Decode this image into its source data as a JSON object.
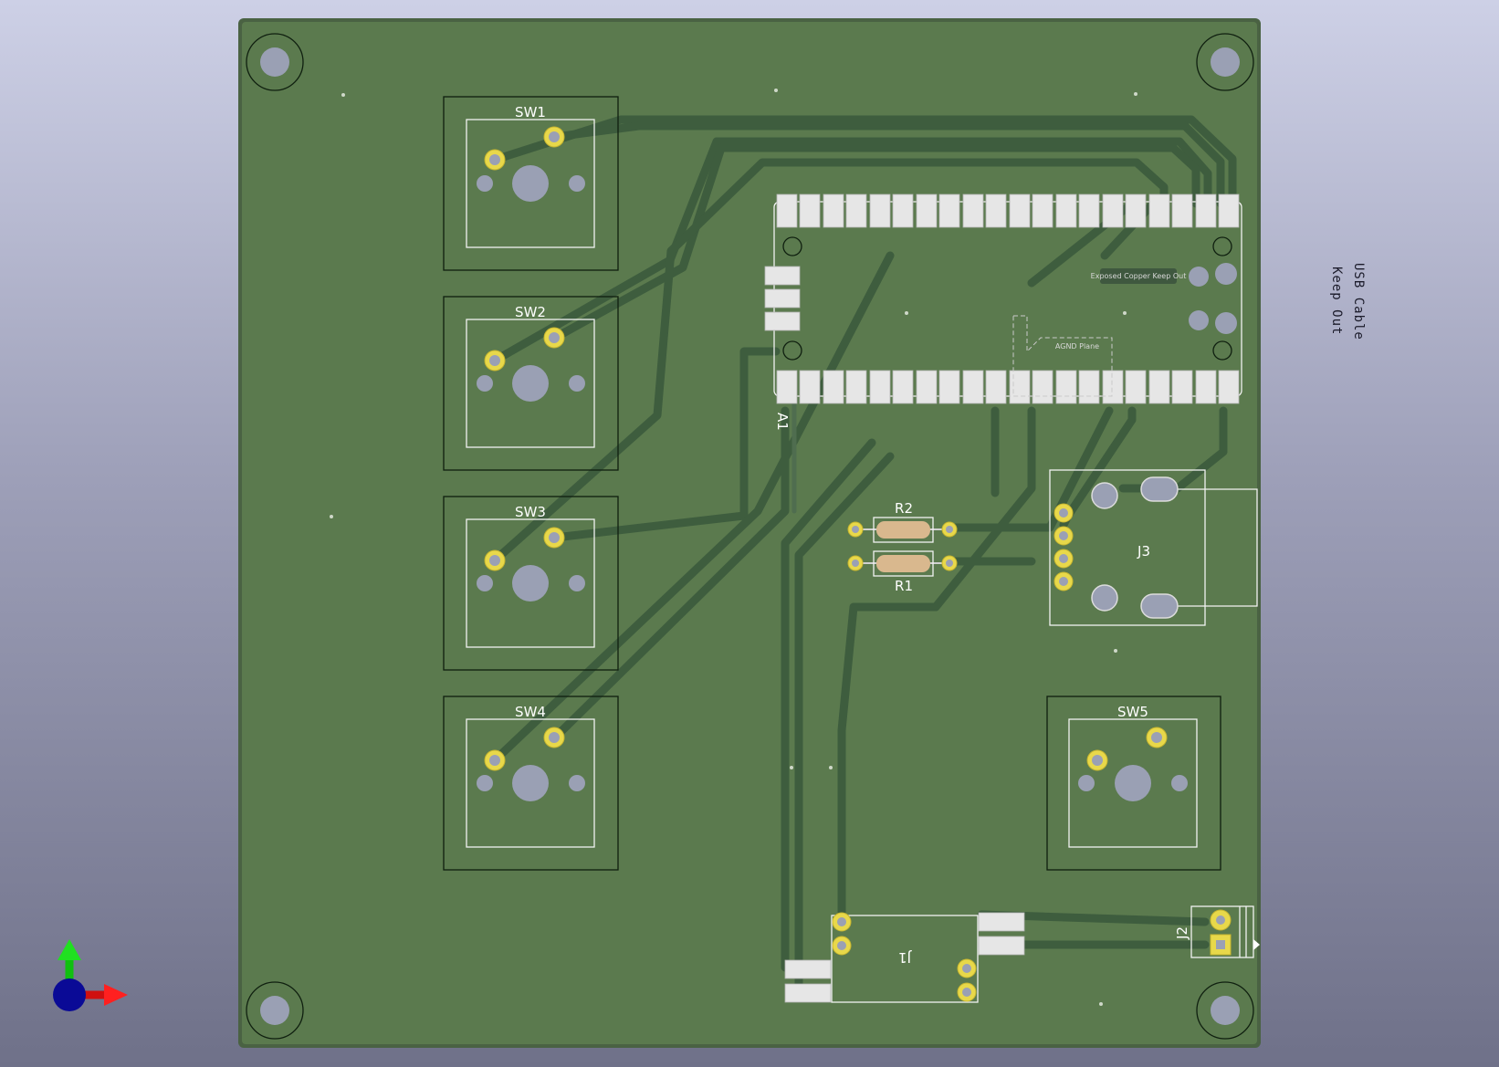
{
  "viewer": {
    "type": "pcb-3d-view"
  },
  "board": {
    "color": "#5b7a4e",
    "edge_color": "#4a6243",
    "silkscreen_color": "#f2f2f2",
    "pad_color": "#e8d84a",
    "hole_color": "#9aa0b4"
  },
  "references": {
    "sw1": "SW1",
    "sw2": "SW2",
    "sw3": "SW3",
    "sw4": "SW4",
    "sw5": "SW5",
    "a1": "A1",
    "r1": "R1",
    "r2": "R2",
    "j1": "J1",
    "j2": "J2",
    "j3": "J3"
  },
  "module_text": {
    "exposed_copper": "Exposed Copper Keep Out",
    "agnd_plane": "AGND Plane"
  },
  "outside_notes": {
    "usb_line1": "USB Cable",
    "usb_line2": "Keep Out"
  },
  "axis_gizmo": {
    "x_color": "#e01010",
    "y_color": "#10d010",
    "z_color": "#1010a0"
  }
}
